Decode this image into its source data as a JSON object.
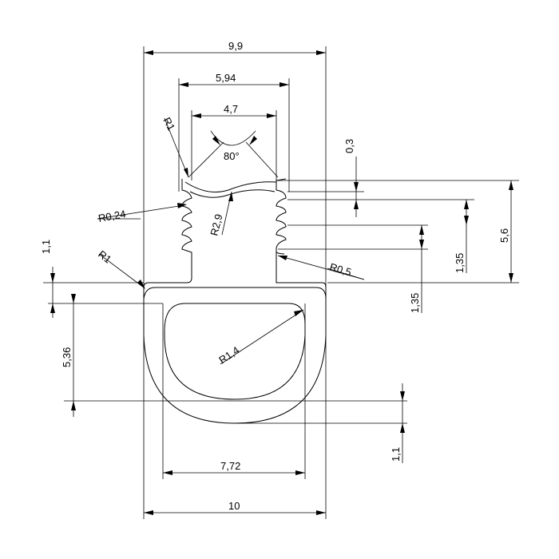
{
  "drawing": {
    "dimensions": {
      "overall_top_width": "9,9",
      "mid_width": "5,94",
      "inner_top_width": "4,7",
      "overall_bottom_width": "10",
      "bulb_inner_width": "7,72",
      "lip_thickness": "0,3",
      "groove_pitch": "1,35",
      "groove_pitch_lower": "1,35",
      "overall_height": "5,6",
      "flange_thickness": "1,1",
      "bulb_height": "5,36",
      "bulb_wall": "1,1"
    },
    "angles": {
      "lip_angle": "80°"
    },
    "radii": {
      "top_corner": "R1",
      "groove_radius": "R0,24",
      "lip_arc": "R2,9",
      "flange_corner": "R1",
      "step_radius": "R0,5",
      "bulb_radius": "R1,4"
    }
  }
}
